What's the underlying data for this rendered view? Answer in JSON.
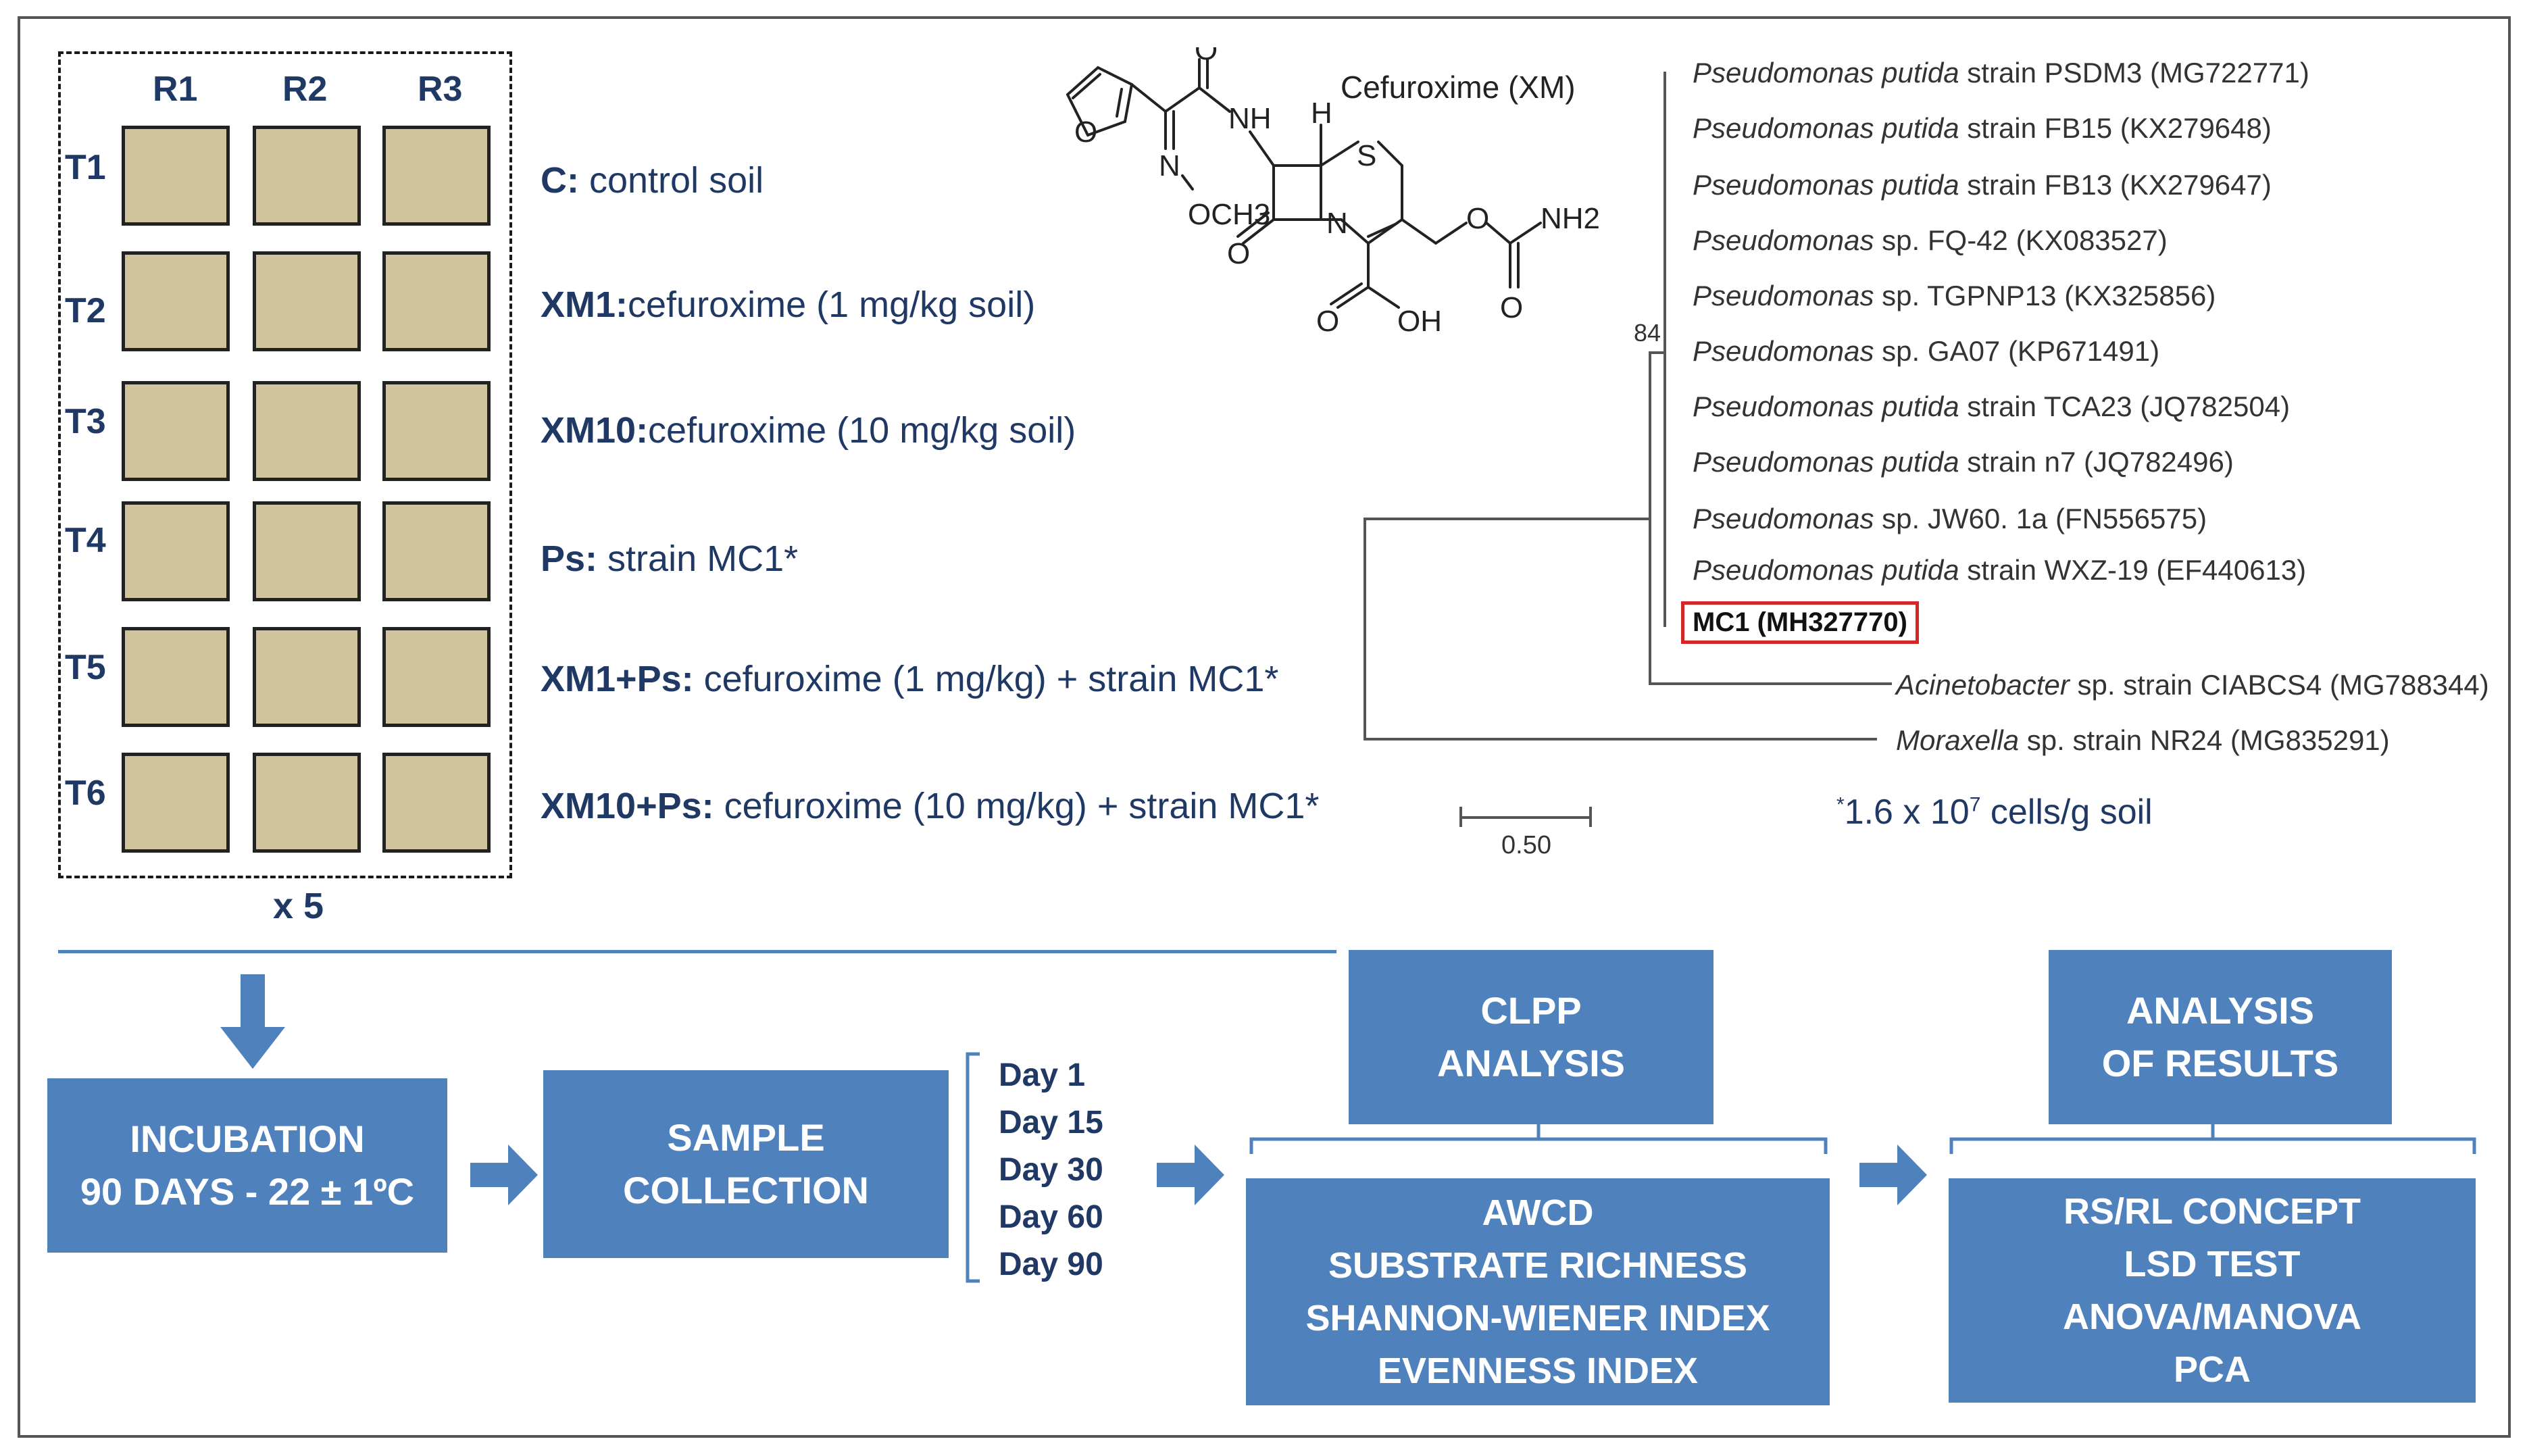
{
  "layout": {
    "columns": [
      "R1",
      "R2",
      "R3"
    ],
    "rows": [
      "T1",
      "T2",
      "T3",
      "T4",
      "T5",
      "T6"
    ],
    "multiplier": "x 5"
  },
  "treatments": [
    {
      "code": "C:",
      "desc": " control soil"
    },
    {
      "code": "XM1:",
      "desc": "cefuroxime (1 mg/kg  soil)"
    },
    {
      "code": "XM10:",
      "desc": "cefuroxime (10 mg/kg  soil)"
    },
    {
      "code": "Ps:",
      "desc": " strain  MC1*"
    },
    {
      "code": "XM1+Ps:",
      "desc": " cefuroxime (1 mg/kg) +  strain MC1*"
    },
    {
      "code": "XM10+Ps:",
      "desc": " cefuroxime (10 mg/kg) +  strain MC1*"
    }
  ],
  "chemical": {
    "name": "Cefuroxime (XM)",
    "atoms": {
      "o1": "O",
      "o2": "O",
      "o3": "O",
      "o4": "O",
      "o5": "O",
      "o6": "O",
      "nh": "NH",
      "h": "H",
      "s": "S",
      "n1": "N",
      "n2": "N",
      "och3": "OCH3",
      "oh": "OH",
      "nh2": "NH2"
    }
  },
  "tree": {
    "taxa": [
      {
        "genus": "Pseudomonas putida",
        "rest": " strain PSDM3 (MG722771)"
      },
      {
        "genus": "Pseudomonas putida",
        "rest": " strain FB15 (KX279648)"
      },
      {
        "genus": "Pseudomonas putida",
        "rest": " strain FB13 (KX279647)"
      },
      {
        "genus": "Pseudomonas",
        "rest": " sp. FQ-42 (KX083527)"
      },
      {
        "genus": "Pseudomonas",
        "rest": " sp. TGPNP13 (KX325856)"
      },
      {
        "genus": "Pseudomonas",
        "rest": " sp. GA07 (KP671491)"
      },
      {
        "genus": "Pseudomonas putida",
        "rest": " strain TCA23 (JQ782504)"
      },
      {
        "genus": "Pseudomonas putida",
        "rest": " strain n7 (JQ782496)"
      },
      {
        "genus": "Pseudomonas",
        "rest": " sp. JW60. 1a (FN556575)"
      },
      {
        "genus": "Pseudomonas putida",
        "rest": " strain WXZ-19 (EF440613)"
      }
    ],
    "highlight": "MC1 (MH327770)",
    "outgroups": [
      {
        "genus": "Acinetobacter",
        "rest": " sp. strain CIABCS4 (MG788344)"
      },
      {
        "genus": "Moraxella",
        "rest": " sp. strain NR24 (MG835291)"
      }
    ],
    "bootstrap": "84",
    "scale": "0.50",
    "highlight_color": "#d62728"
  },
  "inoculum": {
    "prefix": "*",
    "main": "1.6 x 10",
    "exp": "7",
    "suffix": " cells/g soil"
  },
  "workflow": {
    "incubation": [
      "INCUBATION",
      "90 DAYS - 22 ± 1ºC"
    ],
    "sample": [
      "SAMPLE",
      "COLLECTION"
    ],
    "days": [
      "Day 1",
      "Day 15",
      "Day 30",
      "Day 60",
      "Day 90"
    ],
    "clpp": [
      "CLPP",
      "ANALYSIS"
    ],
    "clpp_list": [
      "AWCD",
      "SUBSTRATE RICHNESS",
      "SHANNON-WIENER INDEX",
      "EVENNESS INDEX"
    ],
    "results": [
      "ANALYSIS",
      "OF RESULTS"
    ],
    "results_list": [
      "RS/RL CONCEPT",
      "LSD TEST",
      "ANOVA/MANOVA",
      "PCA"
    ],
    "color": "#4f81bd"
  }
}
